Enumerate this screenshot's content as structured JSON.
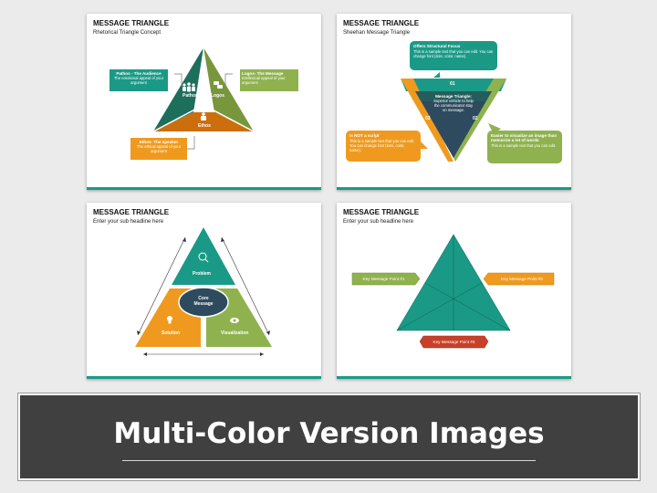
{
  "slides": {
    "s1": {
      "title": "MESSAGE TRIANGLE",
      "subtitle": "Rhetorical Triangle Concept",
      "pathos": {
        "label": "Pathos",
        "heading": "Pathos - The Audience",
        "text": "The emotional appeal of your argument"
      },
      "logos": {
        "label": "Logos",
        "heading": "Logos- The Message",
        "text": "Intellectual appeal of your argument"
      },
      "ethos": {
        "label": "Ethos",
        "heading": "Ethos- The speaker",
        "text": "The ethical appeal of your argument"
      }
    },
    "s2": {
      "title": "MESSAGE TRIANGLE",
      "subtitle": "Sheehan Message Triangle",
      "top": {
        "heading": "Offers Structural Focus",
        "text": "This is a sample text that you can edit. You can change font (size, color, name)."
      },
      "left": {
        "heading": "Is NOT a script",
        "text": "This is a sample text that you can edit. You can change font (size, color, name)."
      },
      "right": {
        "heading": "Easier to visualize an image than memorize a lot of words",
        "text": "This is a sample text that you can edit."
      },
      "center": {
        "heading": "Message Triangle:",
        "text": "Superior vehicle to help the communicator stay on message."
      },
      "num1": "01",
      "num2": "02",
      "num3": "03"
    },
    "s3": {
      "title": "MESSAGE TRIANGLE",
      "subtitle": "Enter your sub headline here",
      "problem": "Problem",
      "solution": "Solution",
      "visualization": "Visualization",
      "core": "Core Message"
    },
    "s4": {
      "title": "MESSAGE TRIANGLE",
      "subtitle": "Enter your sub headline here",
      "kmp1": "Key Message Point #1",
      "kmp2": "Key Message Point #2",
      "kmp3": "Key Message Point #3"
    }
  },
  "banner": {
    "title": "Multi-Color Version Images"
  },
  "colors": {
    "teal": "#1a9a86",
    "darkTeal": "#1e6e5c",
    "olive": "#78963c",
    "green": "#8fb24f",
    "orange": "#ef9a1e",
    "darkOrange": "#cc6e0e",
    "navy": "#2e4a5e",
    "red": "#c8402a"
  }
}
